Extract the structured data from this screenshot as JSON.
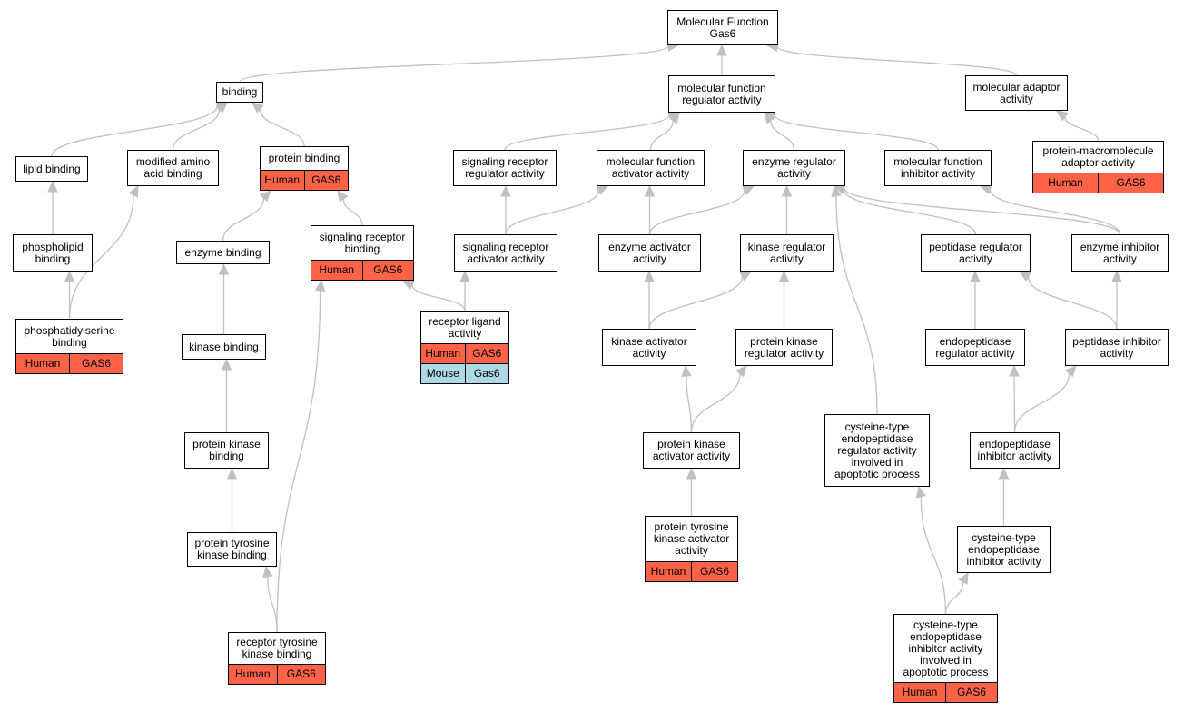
{
  "colors": {
    "human": "#ff6347",
    "mouse": "#add8e6",
    "edge": "#c0c0c0",
    "border": "#000000"
  },
  "nodes": {
    "mf_root": {
      "label": "Molecular Function\nGas6"
    },
    "binding": {
      "label": "binding"
    },
    "mf_regulator": {
      "label": "molecular function\nregulator activity"
    },
    "mol_adaptor": {
      "label": "molecular adaptor\nactivity"
    },
    "lipid_binding": {
      "label": "lipid binding"
    },
    "mod_aa_binding": {
      "label": "modified amino\nacid binding"
    },
    "protein_binding": {
      "label": "protein binding",
      "annotations": [
        {
          "species": "Human",
          "gene": "GAS6"
        }
      ]
    },
    "sig_rec_reg": {
      "label": "signaling receptor\nregulator activity"
    },
    "mf_activator": {
      "label": "molecular function\nactivator activity"
    },
    "enzyme_reg": {
      "label": "enzyme regulator\nactivity"
    },
    "mf_inhibitor": {
      "label": "molecular function\ninhibitor activity"
    },
    "prot_macro_adaptor": {
      "label": "protein-macromolecule\nadaptor activity",
      "annotations": [
        {
          "species": "Human",
          "gene": "GAS6"
        }
      ]
    },
    "phospholipid_binding": {
      "label": "phospholipid\nbinding"
    },
    "enzyme_binding": {
      "label": "enzyme binding"
    },
    "sig_rec_binding": {
      "label": "signaling receptor\nbinding",
      "annotations": [
        {
          "species": "Human",
          "gene": "GAS6"
        }
      ]
    },
    "sig_rec_act": {
      "label": "signaling receptor\nactivator activity"
    },
    "enzyme_act": {
      "label": "enzyme activator\nactivity"
    },
    "kinase_reg": {
      "label": "kinase regulator\nactivity"
    },
    "peptidase_reg": {
      "label": "peptidase regulator\nactivity"
    },
    "enzyme_inh": {
      "label": "enzyme inhibitor\nactivity"
    },
    "ps_binding": {
      "label": "phosphatidylserine\nbinding",
      "annotations": [
        {
          "species": "Human",
          "gene": "GAS6"
        }
      ]
    },
    "receptor_ligand": {
      "label": "receptor ligand\nactivity",
      "annotations": [
        {
          "species": "Human",
          "gene": "GAS6"
        },
        {
          "species": "Mouse",
          "gene": "Gas6"
        }
      ]
    },
    "kinase_binding": {
      "label": "kinase binding"
    },
    "kinase_act": {
      "label": "kinase activator\nactivity"
    },
    "pk_reg": {
      "label": "protein kinase\nregulator activity"
    },
    "endopep_reg": {
      "label": "endopeptidase\nregulator activity"
    },
    "peptidase_inh": {
      "label": "peptidase inhibitor\nactivity"
    },
    "pk_binding": {
      "label": "protein kinase\nbinding"
    },
    "pk_act": {
      "label": "protein kinase\nactivator activity"
    },
    "cys_endopep_reg_apop": {
      "label": "cysteine-type\nendopeptidase\nregulator activity\ninvolved in\napoptotic process"
    },
    "endopep_inh": {
      "label": "endopeptidase\ninhibitor activity"
    },
    "ptk_binding": {
      "label": "protein tyrosine\nkinase binding"
    },
    "ptk_act": {
      "label": "protein tyrosine\nkinase activator\nactivity",
      "annotations": [
        {
          "species": "Human",
          "gene": "GAS6"
        }
      ]
    },
    "cys_endopep_inh": {
      "label": "cysteine-type\nendopeptidase\ninhibitor activity"
    },
    "rtk_binding": {
      "label": "receptor tyrosine\nkinase binding",
      "annotations": [
        {
          "species": "Human",
          "gene": "GAS6"
        }
      ]
    },
    "cys_endopep_inh_apop": {
      "label": "cysteine-type\nendopeptidase\ninhibitor activity\ninvolved in\napoptotic process",
      "annotations": [
        {
          "species": "Human",
          "gene": "GAS6"
        }
      ]
    }
  },
  "edges": [
    [
      "binding",
      "mf_root"
    ],
    [
      "mf_regulator",
      "mf_root"
    ],
    [
      "mol_adaptor",
      "mf_root"
    ],
    [
      "lipid_binding",
      "binding"
    ],
    [
      "mod_aa_binding",
      "binding"
    ],
    [
      "protein_binding",
      "binding"
    ],
    [
      "sig_rec_reg",
      "mf_regulator"
    ],
    [
      "mf_activator",
      "mf_regulator"
    ],
    [
      "enzyme_reg",
      "mf_regulator"
    ],
    [
      "mf_inhibitor",
      "mf_regulator"
    ],
    [
      "prot_macro_adaptor",
      "mol_adaptor"
    ],
    [
      "phospholipid_binding",
      "lipid_binding"
    ],
    [
      "ps_binding",
      "phospholipid_binding"
    ],
    [
      "ps_binding",
      "mod_aa_binding"
    ],
    [
      "enzyme_binding",
      "protein_binding"
    ],
    [
      "sig_rec_binding",
      "protein_binding"
    ],
    [
      "kinase_binding",
      "enzyme_binding"
    ],
    [
      "pk_binding",
      "kinase_binding"
    ],
    [
      "ptk_binding",
      "pk_binding"
    ],
    [
      "rtk_binding",
      "ptk_binding"
    ],
    [
      "rtk_binding",
      "sig_rec_binding"
    ],
    [
      "receptor_ligand",
      "sig_rec_binding"
    ],
    [
      "receptor_ligand",
      "sig_rec_act"
    ],
    [
      "sig_rec_act",
      "sig_rec_reg"
    ],
    [
      "sig_rec_act",
      "mf_activator"
    ],
    [
      "enzyme_act",
      "mf_activator"
    ],
    [
      "enzyme_act",
      "enzyme_reg"
    ],
    [
      "kinase_reg",
      "enzyme_reg"
    ],
    [
      "peptidase_reg",
      "enzyme_reg"
    ],
    [
      "enzyme_inh",
      "enzyme_reg"
    ],
    [
      "enzyme_inh",
      "mf_inhibitor"
    ],
    [
      "cys_endopep_reg_apop",
      "enzyme_reg"
    ],
    [
      "kinase_act",
      "enzyme_act"
    ],
    [
      "kinase_act",
      "kinase_reg"
    ],
    [
      "pk_reg",
      "kinase_reg"
    ],
    [
      "pk_act",
      "kinase_act"
    ],
    [
      "pk_act",
      "pk_reg"
    ],
    [
      "ptk_act",
      "pk_act"
    ],
    [
      "endopep_reg",
      "peptidase_reg"
    ],
    [
      "peptidase_inh",
      "peptidase_reg"
    ],
    [
      "peptidase_inh",
      "enzyme_inh"
    ],
    [
      "endopep_inh",
      "endopep_reg"
    ],
    [
      "endopep_inh",
      "peptidase_inh"
    ],
    [
      "cys_endopep_inh",
      "endopep_inh"
    ],
    [
      "cys_endopep_inh_apop",
      "cys_endopep_inh"
    ],
    [
      "cys_endopep_inh_apop",
      "cys_endopep_reg_apop"
    ]
  ]
}
